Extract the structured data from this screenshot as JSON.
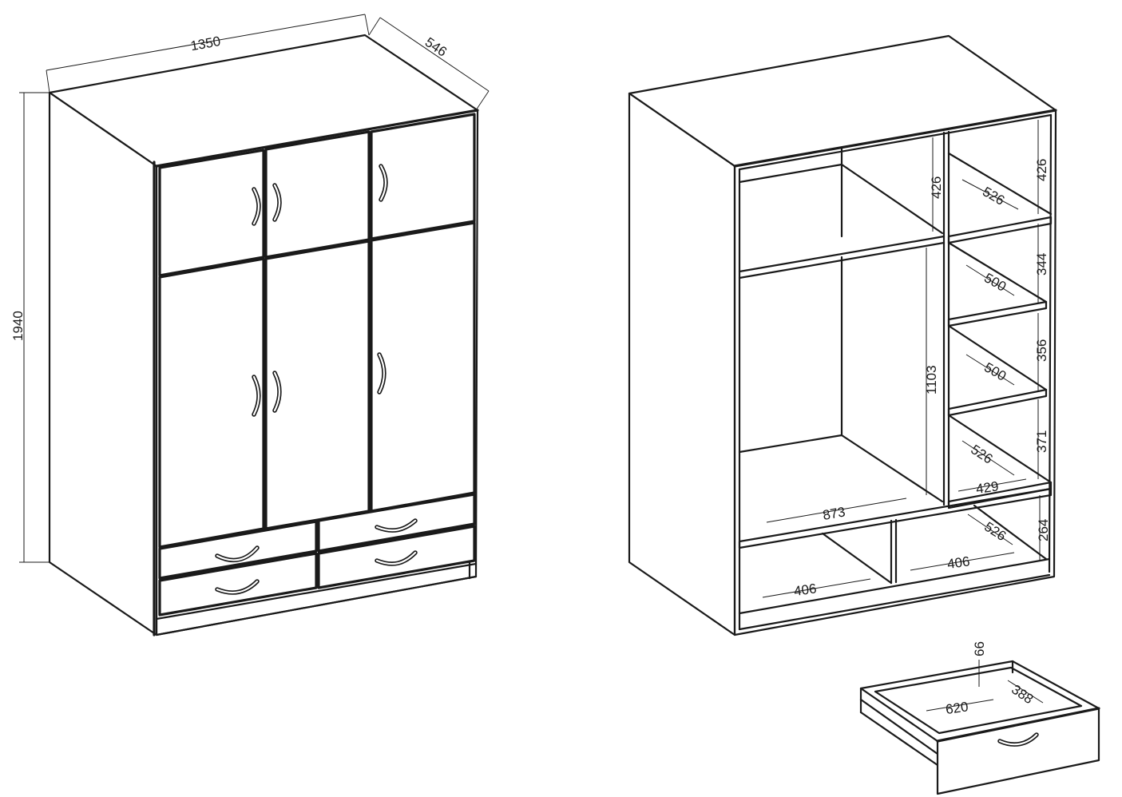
{
  "exterior_view": {
    "width_label": "1350",
    "depth_label": "546",
    "height_label": "1940"
  },
  "interior_view": {
    "top_left_shelf_height": "426",
    "top_right_shelf_height": "426",
    "top_right_shelf_depth": "526",
    "right_shelf2_height": "344",
    "right_shelf2_depth": "500",
    "right_shelf3_height": "356",
    "right_shelf3_depth": "500",
    "right_shelf4_height": "371",
    "right_shelf4_depth": "526",
    "right_shelf4_width": "429",
    "hanging_height": "1103",
    "hanging_width": "873",
    "drawer_bay_height": "264",
    "drawer_bay_depth": "526",
    "drawer_bay_right_width": "406",
    "drawer_bay_left_width": "406"
  },
  "drawer_detail": {
    "height": "66",
    "width": "620",
    "depth": "388"
  }
}
